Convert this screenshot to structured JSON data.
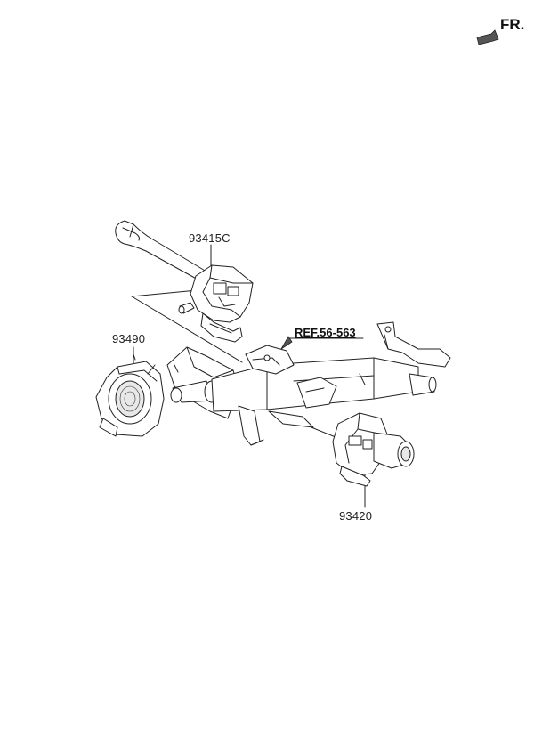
{
  "direction": {
    "label": "FR.",
    "arrow_icon": "forward-arrow-icon"
  },
  "parts": [
    {
      "id": "multifunction-switch",
      "label": "93415C"
    },
    {
      "id": "clock-spring",
      "label": "93490"
    },
    {
      "id": "ignition-switch",
      "label": "93420"
    }
  ],
  "reference": {
    "label": "REF.56-563"
  },
  "colors": {
    "line": "#222222",
    "background": "#ffffff"
  }
}
